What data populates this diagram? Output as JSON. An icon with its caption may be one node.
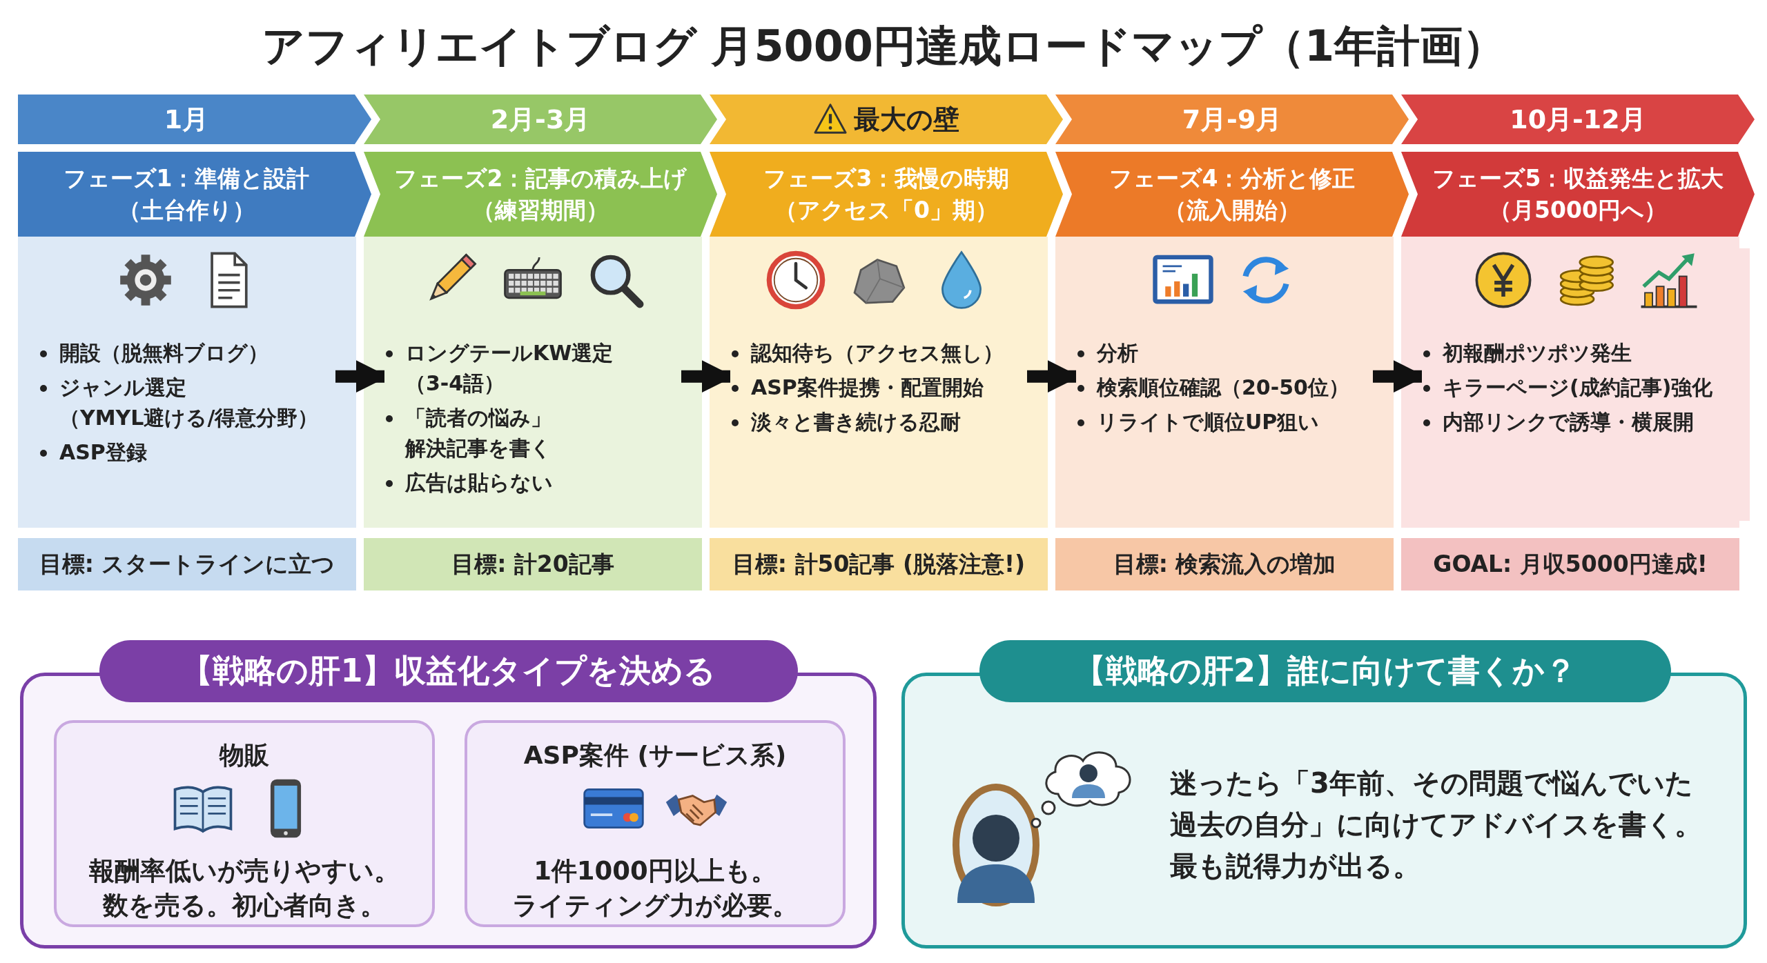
{
  "diagram": {
    "title": "アフィリエイトブログ 月5000円達成ロードマップ（1年計画）",
    "nodes": [
      {
        "text": [
          "1月"
        ]
      },
      {
        "text": [
          "2月-3月"
        ]
      },
      {
        "text": [
          "最大の壁"
        ]
      },
      {
        "text": [
          "7月-9月"
        ]
      },
      {
        "text": [
          "10月-12月"
        ]
      },
      {
        "text": [
          "フェーズ1：準備と設計（土台作り）"
        ]
      },
      {
        "text": [
          "フェーズ2：記事の積み上げ（練習期間）"
        ]
      },
      {
        "text": [
          "フェーズ3：我慢の時期（アクセス「0」期）"
        ]
      },
      {
        "text": [
          "フェーズ4：分析と修正（流入開始）"
        ]
      },
      {
        "text": [
          "フェーズ5：収益発生と拡大（月5000円へ）"
        ]
      },
      {
        "text": [
          "開設（脱無料ブログ）",
          "ジャンル選定（YMYL避ける/得意分野）",
          "ASP登録"
        ]
      },
      {
        "text": [
          "ロングテールKW選定（3-4語）",
          "「読者の悩み」解決記事を書く",
          "広告は貼らない"
        ]
      },
      {
        "text": [
          "認知待ち（アクセス無し）",
          "ASP案件提携・配置開始",
          "淡々と書き続ける忍耐"
        ]
      },
      {
        "text": [
          "分析",
          "検索順位確認（20-50位）",
          "リライトで順位UP狙い"
        ]
      },
      {
        "text": [
          "初報酬ポツポツ発生",
          "キラーページ(成約記事)強化",
          "内部リンクで誘導・横展開"
        ]
      },
      {
        "text": [
          "目標: スタートラインに立つ"
        ]
      },
      {
        "text": [
          "目標: 計20記事"
        ]
      },
      {
        "text": [
          "目標: 計50記事 (脱落注意!)"
        ]
      },
      {
        "text": [
          "目標: 検索流入の増加"
        ]
      },
      {
        "text": [
          "GOAL: 月収5000円達成!"
        ]
      },
      {
        "text": [
          "【戦略の肝1】収益化タイプを決める"
        ]
      },
      {
        "text": [
          "物販",
          "報酬率低いが売りやすい。数を売る。初心者向き。"
        ],
        "in": 20
      },
      {
        "text": [
          "ASP案件 (サービス系)",
          "1件1000円以上も。ライティング力が必要。"
        ],
        "in": 20
      },
      {
        "text": [
          "【戦略の肝2】誰に向けて書くか？",
          "迷ったら「3年前、その問題で悩んでいた過去の自分」に向けてアドバイスを書く。最も説得力が出る。"
        ]
      }
    ],
    "edges": [
      {
        "from": 10,
        "to": 11,
        "arrow": "to"
      },
      {
        "from": 11,
        "to": 12,
        "arrow": "to"
      },
      {
        "from": 12,
        "to": 13,
        "arrow": "to"
      },
      {
        "from": 13,
        "to": 14,
        "arrow": "to"
      }
    ]
  }
}
